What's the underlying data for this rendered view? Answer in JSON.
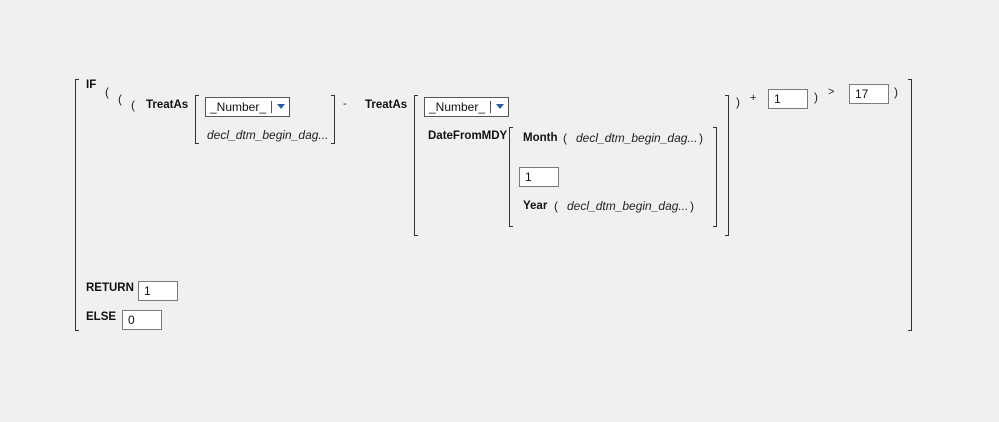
{
  "keywords": {
    "if": "IF",
    "return": "RETURN",
    "else": "ELSE",
    "treatas": "TreatAs",
    "datefrommdy": "DateFromMDY",
    "month": "Month",
    "year": "Year"
  },
  "symbols": {
    "open": "(",
    "close": ")",
    "minus": "-",
    "plus": "+",
    "greater": ">"
  },
  "treatas1": {
    "type_value": "_Number_",
    "field": "decl_dtm_begin_dag..."
  },
  "treatas2": {
    "type_value": "_Number_"
  },
  "datefrommdy": {
    "month_field": "decl_dtm_begin_dag...",
    "day_value": "1",
    "year_field": "decl_dtm_begin_dag..."
  },
  "plus_value": "1",
  "compare_value": "17",
  "return_value": "1",
  "else_value": "0"
}
